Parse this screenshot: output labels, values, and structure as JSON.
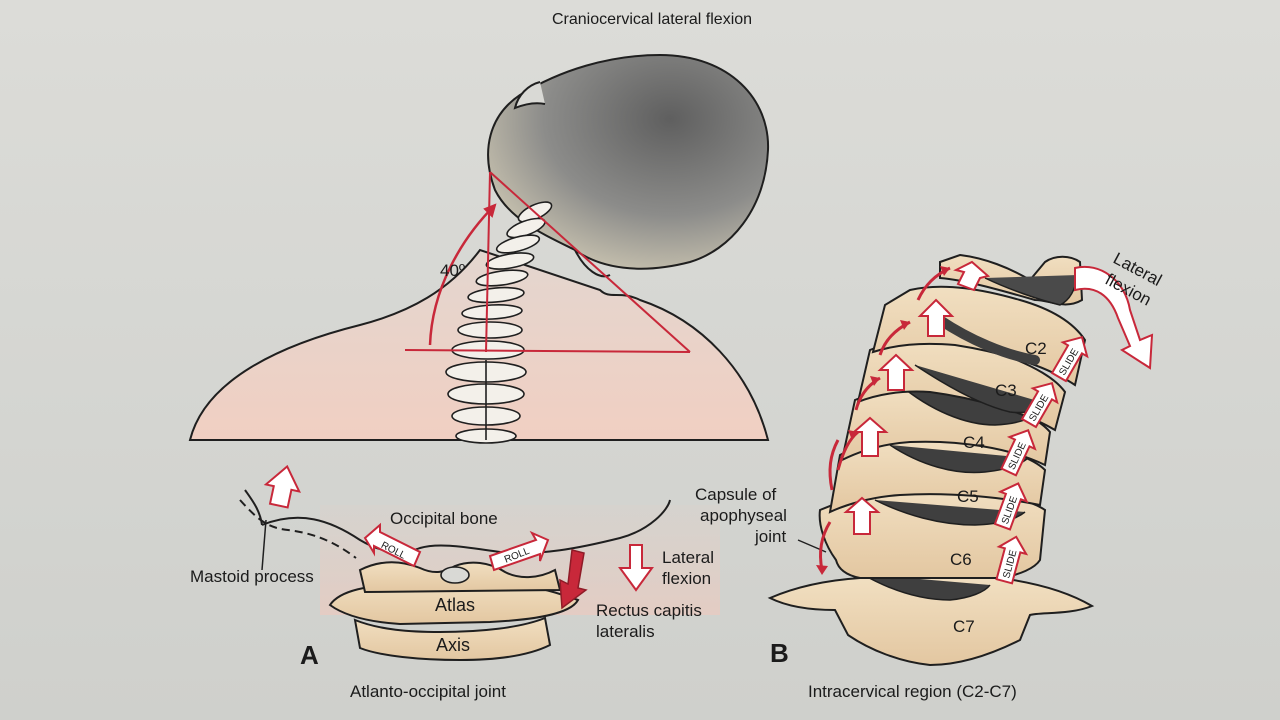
{
  "figure_title": "Craniocervical lateral flexion",
  "angle_label": "40º",
  "panel_a": {
    "letter": "A",
    "caption": "Atlanto-occipital joint",
    "occipital_bone": "Occipital bone",
    "roll_left": "ROLL",
    "roll_right": "ROLL",
    "mastoid_process": "Mastoid process",
    "atlas": "Atlas",
    "axis": "Axis",
    "lateral_flexion_line1": "Lateral",
    "lateral_flexion_line2": "flexion",
    "rectus_line1": "Rectus capitis",
    "rectus_line2": "lateralis"
  },
  "panel_b": {
    "letter": "B",
    "caption": "Intracervical region (C2-C7)",
    "capsule_line1": "Capsule of",
    "capsule_line2": "apophyseal",
    "capsule_line3": "joint",
    "lateral_flexion_line1": "Lateral",
    "lateral_flexion_line2": "flexion",
    "vertebrae": [
      "C2",
      "C3",
      "C4",
      "C5",
      "C6",
      "C7"
    ],
    "slide_labels": [
      "SLIDE",
      "SLIDE",
      "SLIDE",
      "SLIDE",
      "SLIDE"
    ]
  },
  "colors": {
    "arrow_red": "#c8283a",
    "bone": "#ecd6b4",
    "head_gray": "#8f8f8f",
    "skin": "#efd0c4",
    "joint_dark": "#4a4a4a"
  }
}
